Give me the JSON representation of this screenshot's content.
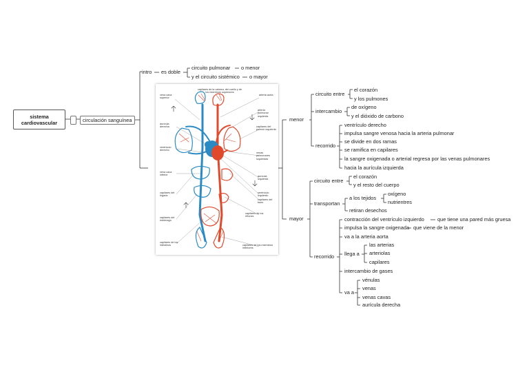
{
  "root": "sistema cardiovascular",
  "circulacion": "circulación sanguínea",
  "intro": {
    "label": "intro",
    "es_doble": "es doble",
    "pulmonar": "circuito pulmonar",
    "o_menor": "o menor",
    "sistemico": "y el circuito sistémico",
    "o_mayor": "o mayor"
  },
  "figure_labels": {
    "top": "capilares de la cabeza, del cuello y de los miembros superiores",
    "vena_cava_superior": "vena cava superior",
    "arteria_aorta": "arteria aorta",
    "arteria_pulmonar": "arteria pulmonar izquierda",
    "capilares_pulmon": "capilares del pulmón izquierdo",
    "auricula_derecha": "aurícula derecha",
    "ventriculo_derecho": "ventrículo derecho",
    "venas_pulmonares": "venas pulmonares izquierdas",
    "auricula_izquierda": "aurícula izquierda",
    "vena_cava_inferior": "vena cava inferior",
    "ventriculo_izquierdo": "ventrículo izquierdo",
    "capilares_higado": "capilares del hígado",
    "capilares_bazo": "capilares del bazo",
    "capilares_estomago": "capilares del estómago",
    "capilares_rinones": "capilares de los riñones",
    "capilares_intestino": "capilares de los intestinos",
    "capilares_miembros_inf": "capilares de los miembros inferiores"
  },
  "menor": {
    "label": "menor",
    "circuito_entre": "circuito entre",
    "el_corazon": "el corazón",
    "y_pulmones": "y los pulmones",
    "intercambio": "intercambio",
    "de_oxigeno": "de oxígeno",
    "dioxido": "y el dióxido de carbono",
    "recorrido": "recorrido",
    "steps": [
      "ventrículo derecho",
      "impulsa sangre venosa hacia la arteria pulmonar",
      "se divide en dos ramas",
      "se ramifica en capilares",
      "la sangre oxigenada o arterial regresa por las venas pulmonares",
      "hacia la aurícula izquierda"
    ]
  },
  "mayor": {
    "label": "mayor",
    "circuito_entre": "circuito entre",
    "el_corazon": "el corazón",
    "resto": "y el resto del cuerpo",
    "transportan": "transportan",
    "a_los_tejidos": "a los tejidos",
    "oxigeno": "oxígeno",
    "nutrientres": "nutrientres",
    "retiran": "retiran desechos",
    "recorrido": "recorrido",
    "contraccion": "contracción del ventrículo izquierdo",
    "pared": "que tiene una pared más gruesa",
    "impulsa": "impulsa la sangre oxigenada",
    "viene": "que viene de la menor",
    "va_aorta": "va a la arteria aorta",
    "llega_a": "llega a",
    "llega_items": [
      "las arterias",
      "arteriolas",
      "capilares"
    ],
    "intercambio_gases": "intercambio de gases",
    "va_a": "va a",
    "va_items": [
      "vénulas",
      "venas",
      "venas cavas",
      "aurícula derecha"
    ]
  },
  "colors": {
    "arterial": "#e0492c",
    "venous": "#2a8ac4",
    "line": "#333333"
  }
}
